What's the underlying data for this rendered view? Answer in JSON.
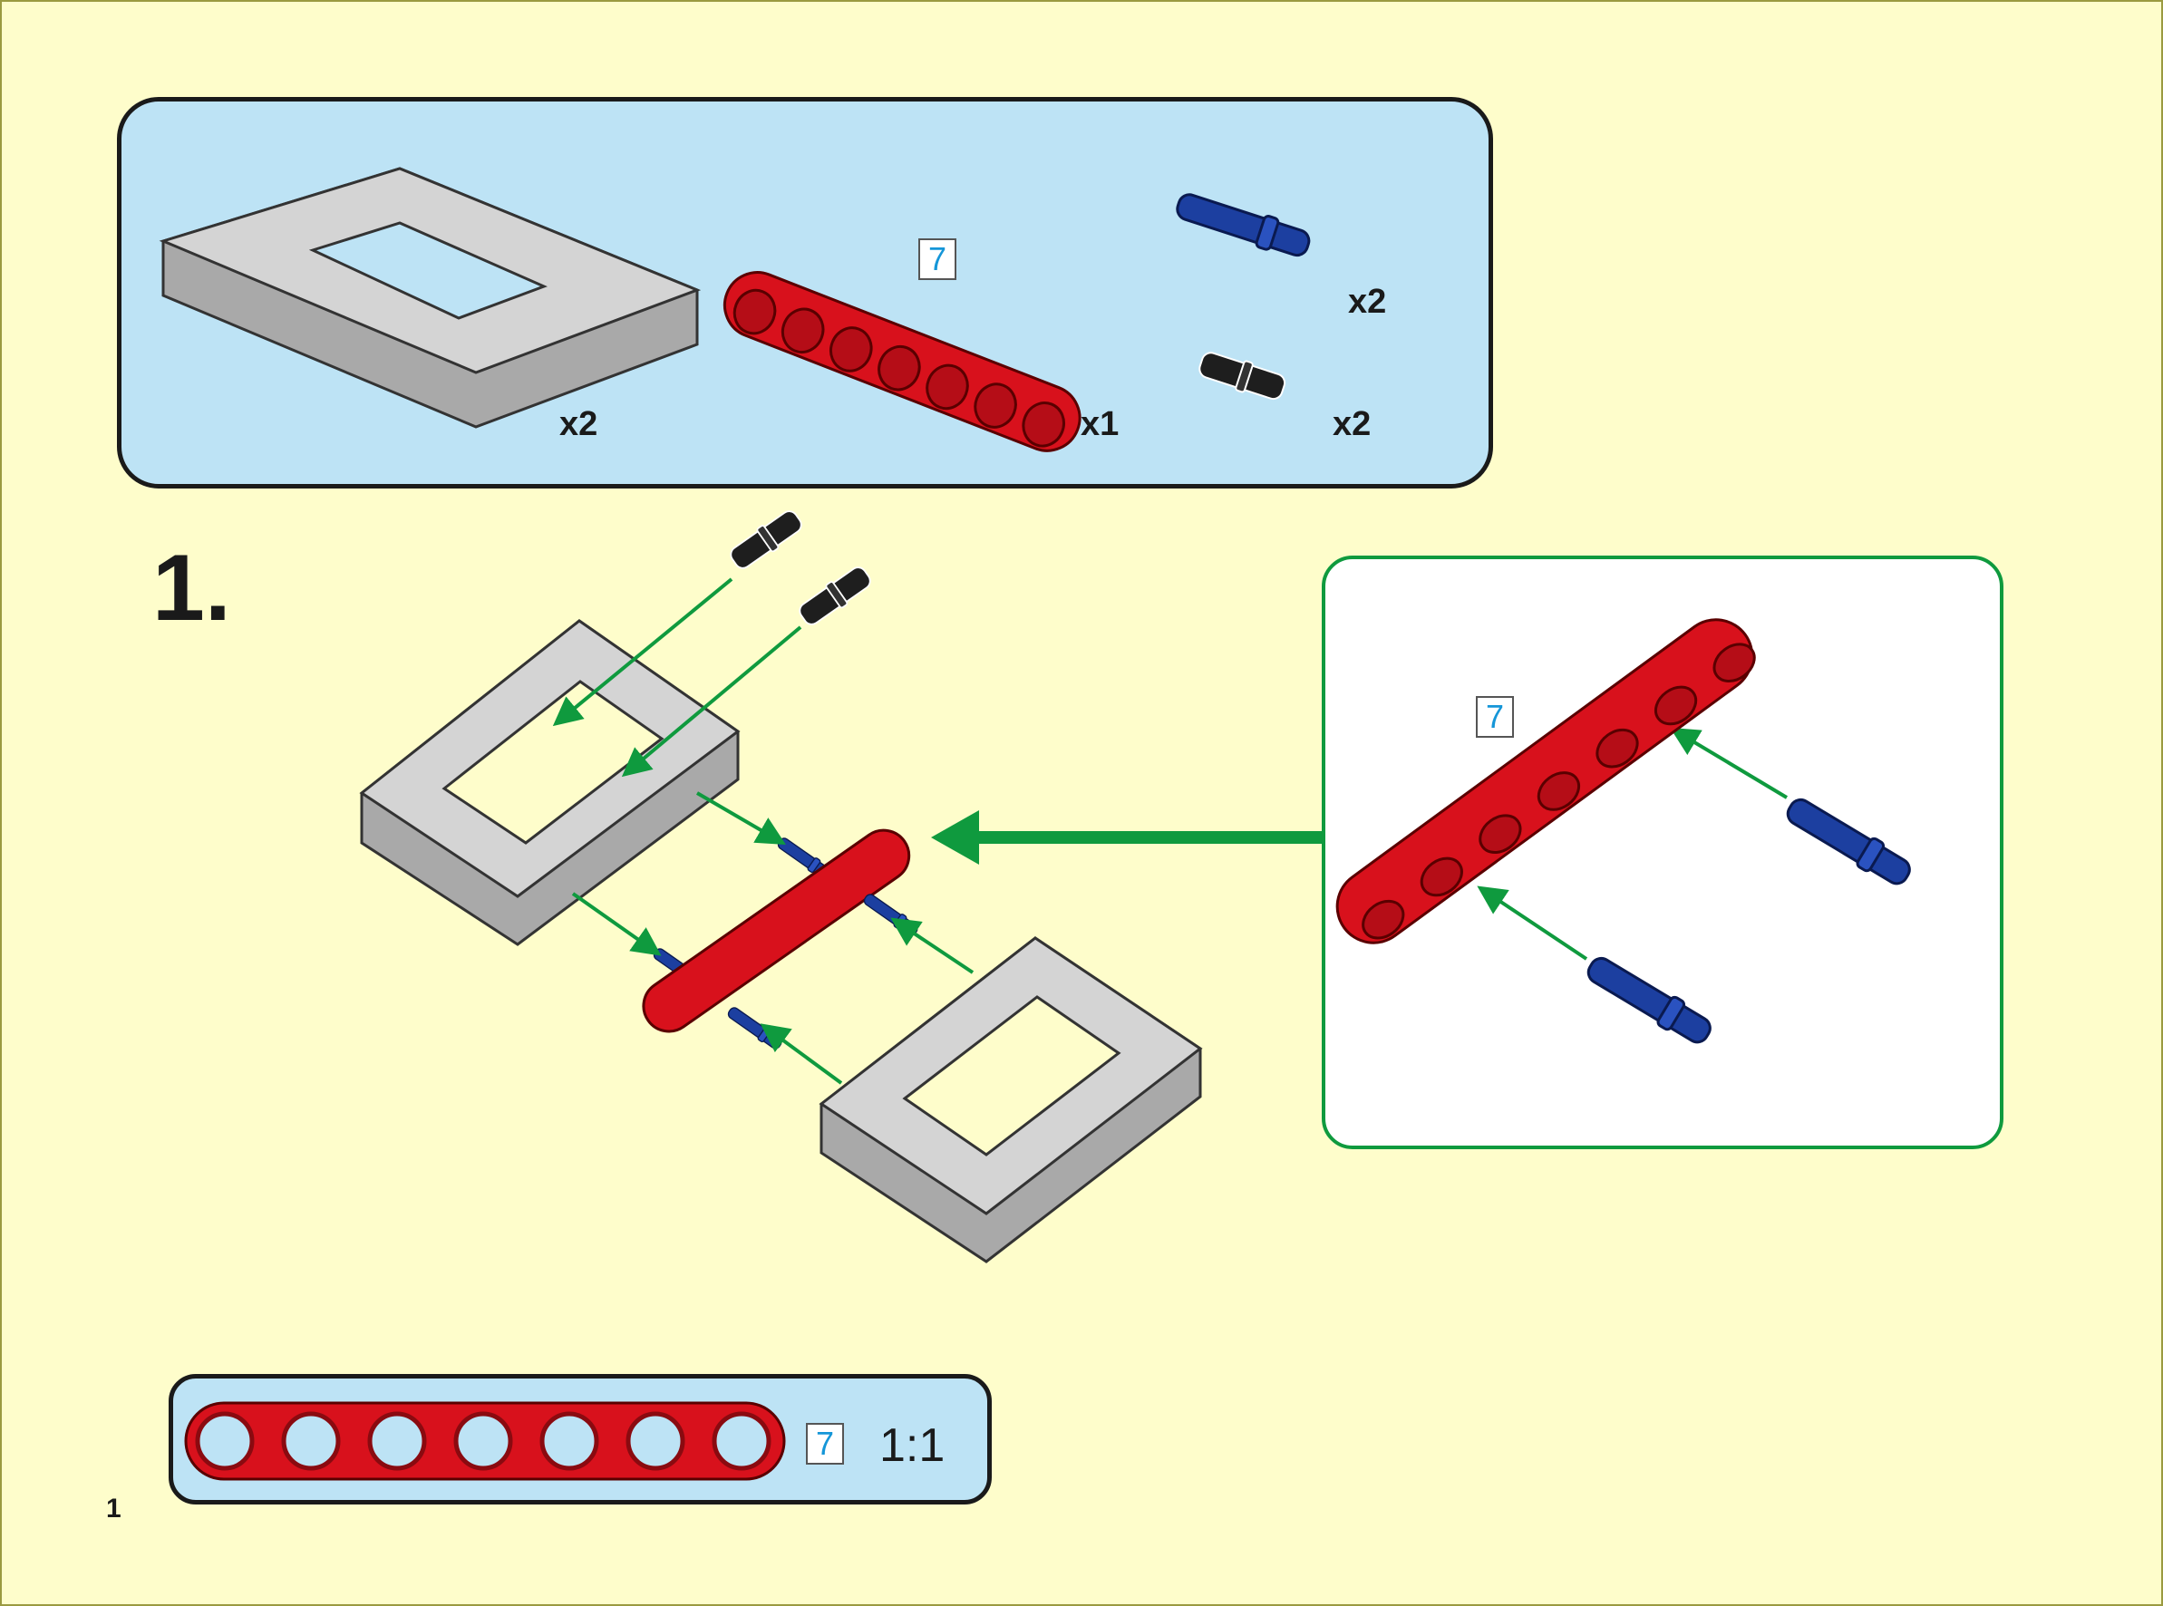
{
  "step": {
    "number": "1."
  },
  "page_number": "1",
  "parts_list": [
    {
      "name": "frame-5x7",
      "quantity": "x2"
    },
    {
      "name": "beam-7",
      "length_label": "7",
      "quantity": "x1"
    },
    {
      "name": "blue-axle-pin",
      "quantity": "x2"
    },
    {
      "name": "black-friction-pin",
      "quantity": "x2"
    }
  ],
  "callout": {
    "length_label": "7"
  },
  "scale_reference": {
    "length_label": "7",
    "scale": "1:1"
  },
  "colors": {
    "background": "#fefdcb",
    "panel": "#bde3f5",
    "beam": "#d8111c",
    "pin_blue": "#1c3fa0",
    "arrow": "#0f9a3e",
    "frame": "#c8c8c8"
  }
}
